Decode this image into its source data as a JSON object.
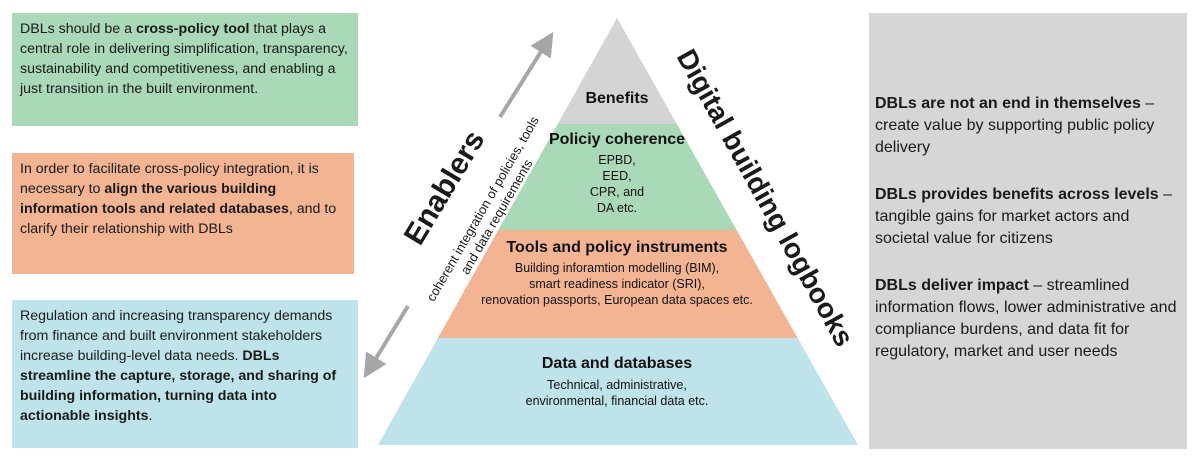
{
  "left_boxes": {
    "green": {
      "pre": "DBLs should be a ",
      "bold": "cross-policy tool",
      "post": " that plays a central role in delivering simplification, transparency, sustainability and competitiveness, and enabling a just transition in the built environment.",
      "color": "#a9d9b7"
    },
    "orange": {
      "pre": "In order to facilitate cross-policy integration, it is necessary to ",
      "bold": "align the various building information tools and related databases",
      "post": ", and to clarify their relationship with DBLs",
      "color": "#f3b493"
    },
    "blue": {
      "pre": "Regulation and increasing transparency demands from finance and built environment stakeholders increase building-level data needs. ",
      "bold": "DBLs streamline the capture, storage, and sharing of building information, turning data into actionable insights",
      "post": ".",
      "color": "#bfe3ea"
    }
  },
  "pyramid": {
    "levels": [
      {
        "title": "Benefits",
        "body": [],
        "color": "#d4d4d4"
      },
      {
        "title": "Policiy coherence",
        "body": [
          "EPBD,",
          "EED,",
          "CPR, and",
          "DA etc."
        ],
        "color": "#a9d9b7"
      },
      {
        "title": "Tools and policy instruments",
        "body": [
          "Building inforamtion modelling (BIM),",
          "smart readiness indicator (SRI),",
          "renovation passports, European data spaces etc."
        ],
        "color": "#f3b493"
      },
      {
        "title": "Data and databases",
        "body": [
          "Technical, administrative,",
          "environmental, financial data etc."
        ],
        "color": "#bfe3ea"
      }
    ],
    "left_side": {
      "title": "Enablers",
      "subtitle_line1": "coherent integration of policies, tools",
      "subtitle_line2": "and data requirements"
    },
    "right_side": {
      "title": "Digital building logbooks"
    }
  },
  "right_box": {
    "color": "#d6d6d6",
    "items": [
      {
        "bold": "DBLs are not an end in themselves",
        "rest": " – create value by supporting public policy delivery"
      },
      {
        "bold": "DBLs provides benefits across levels",
        "rest": " – tangible gains for market actors and societal value for citizens"
      },
      {
        "bold": "DBLs deliver impact",
        "rest": " – streamlined information flows, lower administrative and compliance burdens, and data fit for regulatory, market and user needs"
      }
    ]
  }
}
